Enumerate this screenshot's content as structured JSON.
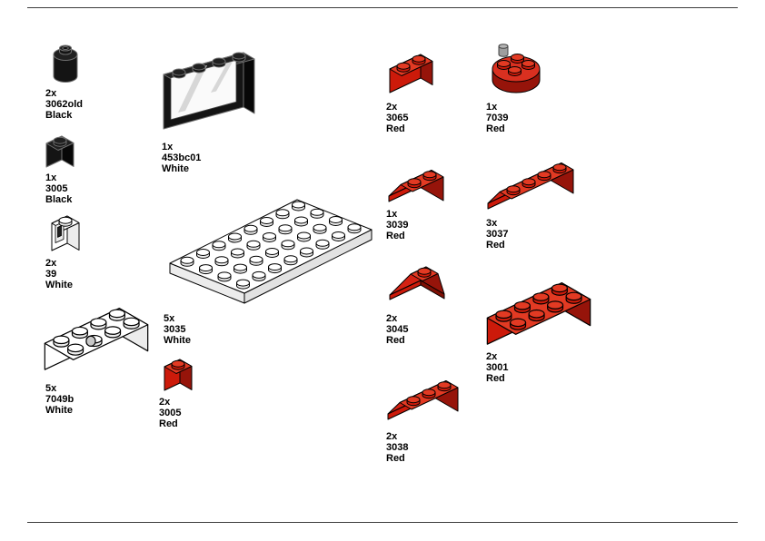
{
  "page": {
    "background": "#FFFFFF"
  },
  "palette": {
    "red-top": "#E23A23",
    "red-slope": "#D42113",
    "red-front": "#CC1A0A",
    "red-side": "#96140A",
    "red-deep": "#7E0F04",
    "white-face": "#FFFFFF",
    "white-side": "#ECECEC",
    "black-top": "#202020",
    "black-front": "#141414",
    "black-side": "#070707",
    "black-edge": "#6F6F6F",
    "glass": "#FAFAFA",
    "glass-streak": "#D7D7D7",
    "pin-gray": "#9E9E9E",
    "outline": "#000000",
    "rule": "#3C3C3C"
  },
  "parts": [
    {
      "id": "3062old-black",
      "qty": "2x",
      "part_number": "3062old",
      "color": "Black"
    },
    {
      "id": "3005-black",
      "qty": "1x",
      "part_number": "3005",
      "color": "Black"
    },
    {
      "id": "39-white",
      "qty": "2x",
      "part_number": "39",
      "color": "White"
    },
    {
      "id": "7049b-white",
      "qty": "5x",
      "part_number": "7049b",
      "color": "White"
    },
    {
      "id": "453bc01-white",
      "qty": "1x",
      "part_number": "453bc01",
      "color": "White"
    },
    {
      "id": "3035-white",
      "qty": "5x",
      "part_number": "3035",
      "color": "White"
    },
    {
      "id": "3005-red",
      "qty": "2x",
      "part_number": "3005",
      "color": "Red"
    },
    {
      "id": "3065-red",
      "qty": "2x",
      "part_number": "3065",
      "color": "Red"
    },
    {
      "id": "3039-red",
      "qty": "1x",
      "part_number": "3039",
      "color": "Red"
    },
    {
      "id": "3045-red",
      "qty": "2x",
      "part_number": "3045",
      "color": "Red"
    },
    {
      "id": "3038-red",
      "qty": "2x",
      "part_number": "3038",
      "color": "Red"
    },
    {
      "id": "7039-red",
      "qty": "1x",
      "part_number": "7039",
      "color": "Red"
    },
    {
      "id": "3037-red",
      "qty": "3x",
      "part_number": "3037",
      "color": "Red"
    },
    {
      "id": "3001-red",
      "qty": "2x",
      "part_number": "3001",
      "color": "Red"
    }
  ]
}
